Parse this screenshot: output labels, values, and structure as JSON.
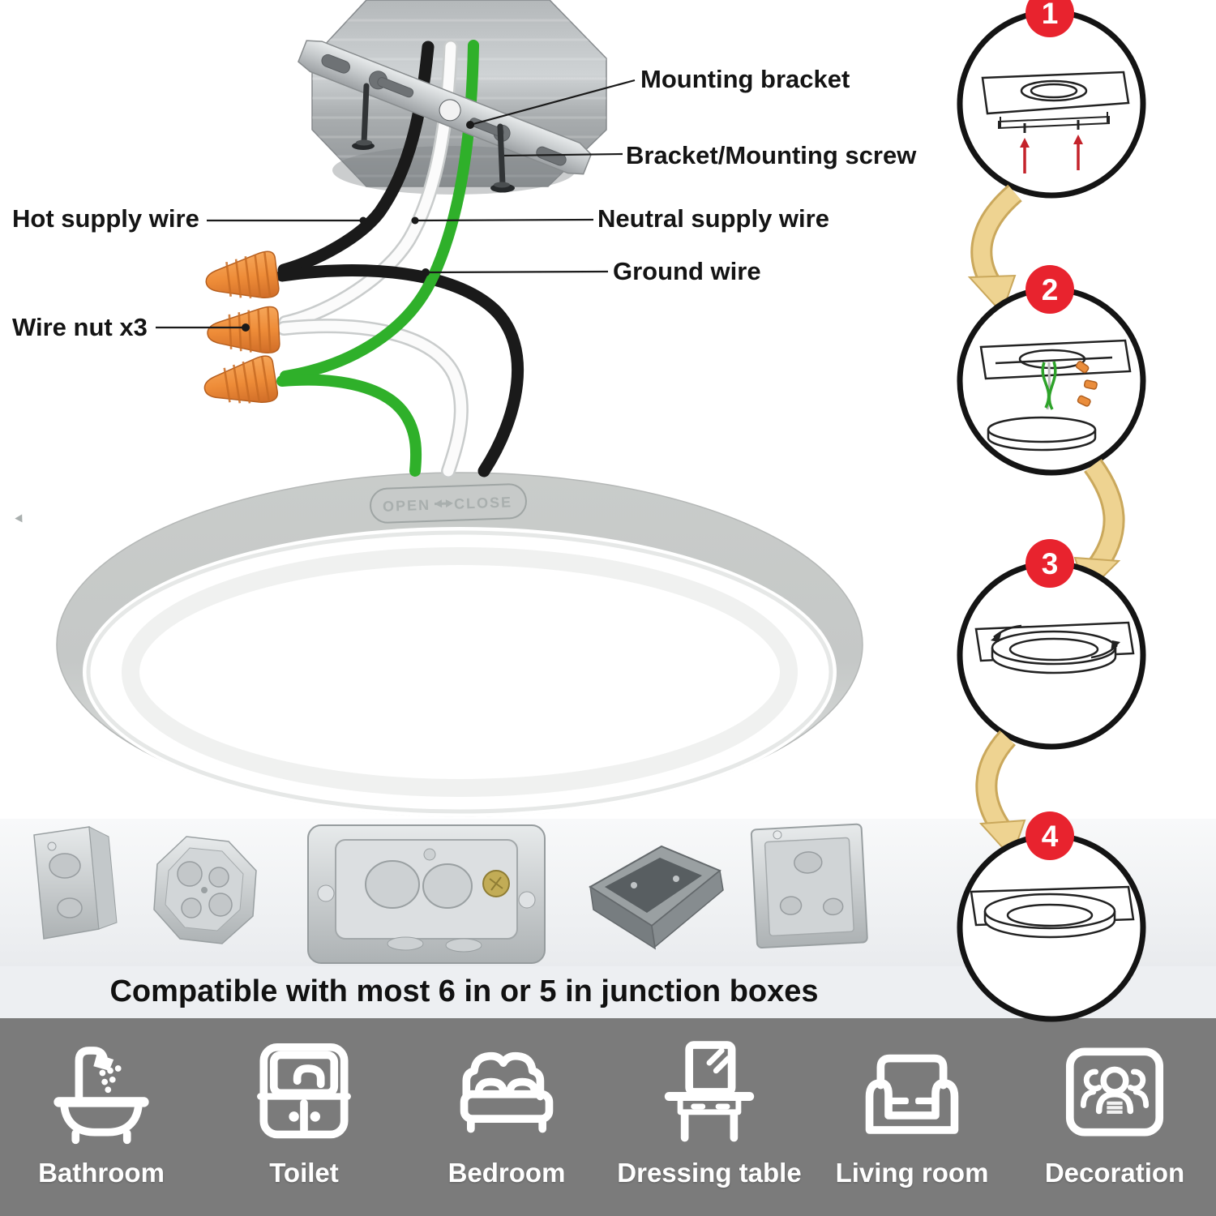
{
  "wiring_diagram": {
    "labels": {
      "mounting_bracket": "Mounting bracket",
      "bracket_mounting_screw": "Bracket/Mounting screw",
      "hot_supply_wire": "Hot supply wire",
      "neutral_supply_wire": "Neutral supply wire",
      "ground_wire": "Ground wire",
      "wire_nut": "Wire nut x3"
    },
    "lamp": {
      "emboss_open": "OPEN",
      "emboss_close": "CLOSE"
    },
    "wire_colors": {
      "hot": "#1a1a1a",
      "neutral": "#ffffff",
      "ground": "#2fb02a",
      "wire_nut_orange": "#ee8c38"
    }
  },
  "install_steps": {
    "badge_color": "#e8232e",
    "arrow_color": "#eed391",
    "steps": [
      {
        "number": "1"
      },
      {
        "number": "2"
      },
      {
        "number": "3"
      },
      {
        "number": "4"
      }
    ]
  },
  "compatibility": {
    "caption": "Compatible with most 6 in or 5 in junction boxes"
  },
  "rooms_bar": {
    "background": "#7b7b7b",
    "items": [
      {
        "label": "Bathroom",
        "icon": "bathtub-icon"
      },
      {
        "label": "Toilet",
        "icon": "sink-cabinet-icon"
      },
      {
        "label": "Bedroom",
        "icon": "bed-icon"
      },
      {
        "label": "Dressing table",
        "icon": "dressing-table-icon"
      },
      {
        "label": "Living room",
        "icon": "sofa-icon"
      },
      {
        "label": "Decoration",
        "icon": "people-group-icon"
      }
    ]
  }
}
